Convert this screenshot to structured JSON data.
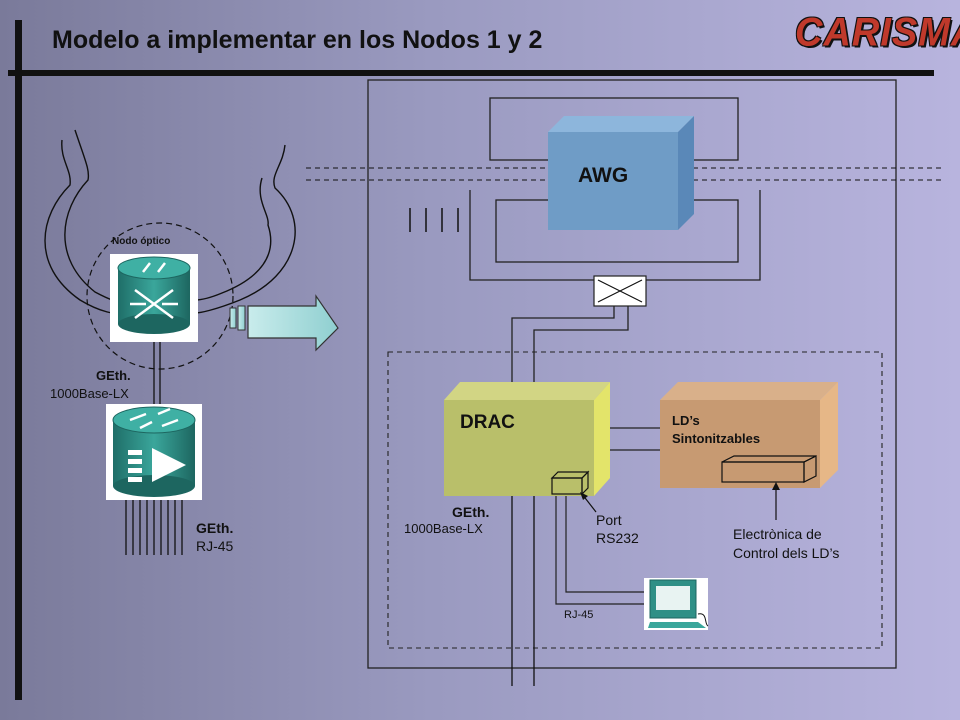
{
  "title": "Modelo a implementar en los Nodos 1 y 2",
  "logo": "CARISMA",
  "left": {
    "node_label": "Nodo óptico",
    "link_top_name": "GEth.",
    "link_top_type": "1000Base-LX",
    "link_bottom_name": "GEth.",
    "link_bottom_type": "RJ-45"
  },
  "right": {
    "awg_label": "AWG",
    "drac_label": "DRAC",
    "lds_label_1": "LD’s",
    "lds_label_2": "Sintonitzables",
    "geth_name": "GEth.",
    "geth_type": "1000Base-LX",
    "port_label_1": "Port",
    "port_label_2": "RS232",
    "elec_label_1": "Electrònica de",
    "elec_label_2": "Control dels LD’s",
    "rj45_label": "RJ-45"
  },
  "colors": {
    "awg": "#6f9cc6",
    "drac": "#b9bf6a",
    "lds": "#c79a72",
    "router": "#2f8f86",
    "logo": "#c0392b"
  }
}
